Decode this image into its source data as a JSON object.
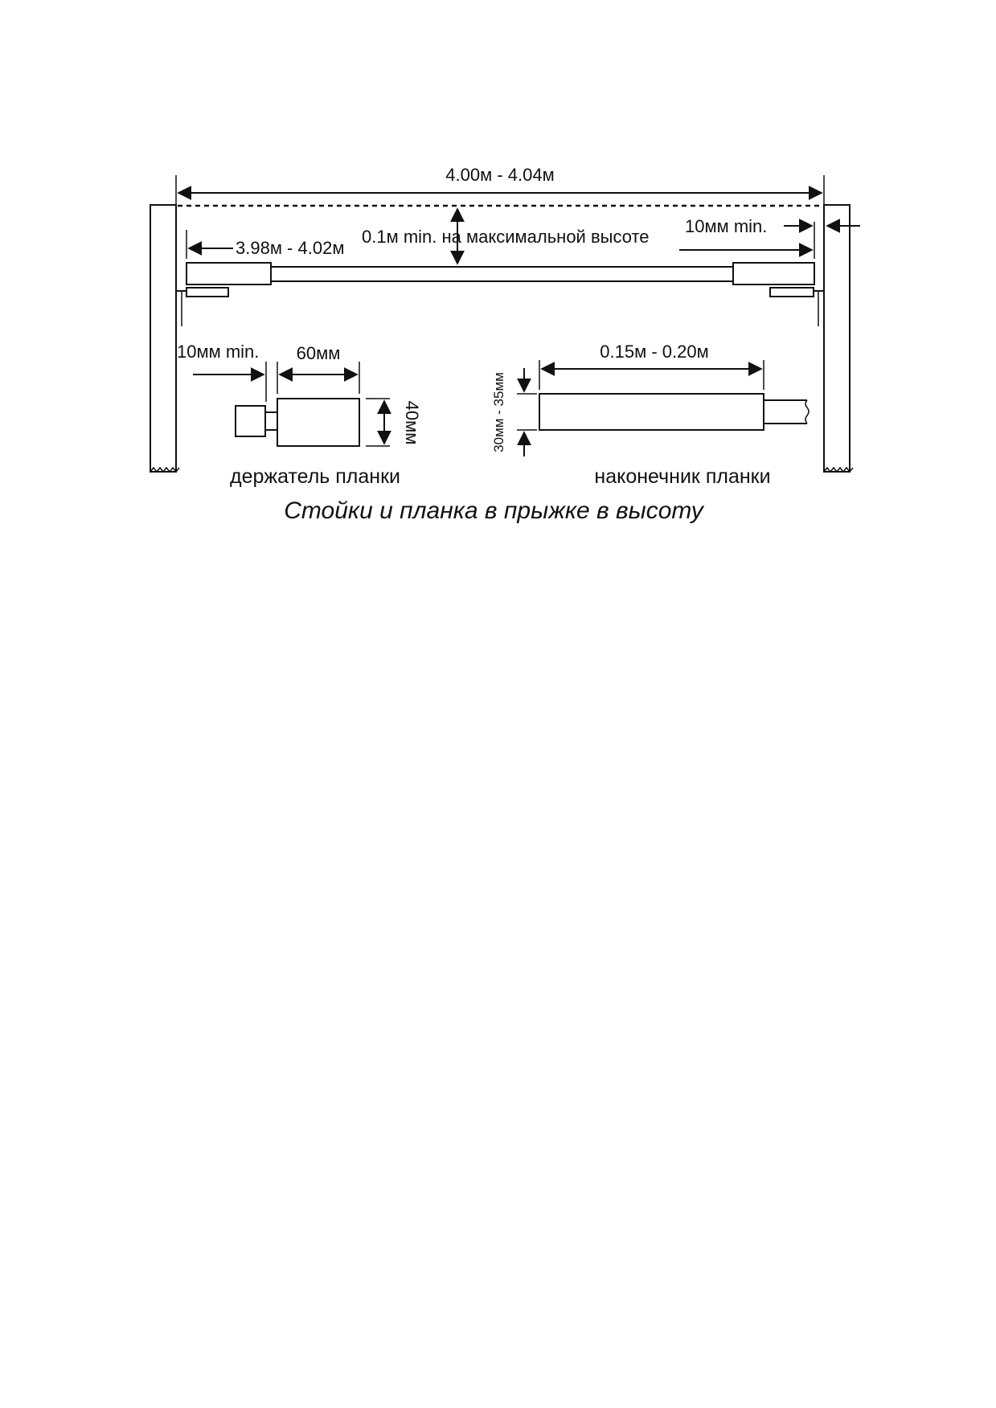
{
  "diagram": {
    "total_width_label": "4.00м - 4.04м",
    "bar_length_label": "3.98м - 4.02м",
    "min_gap_label_top": "10мм min.",
    "clearance_label": "0.1м min. на максимальной высоте",
    "holder_gap_label": "10мм min.",
    "holder_width_label": "60мм",
    "holder_height_label": "40мм",
    "end_length_label": "0.15м - 0.20м",
    "end_diameter_label": "30мм - 35мм",
    "holder_caption": "держатель планки",
    "end_caption": "наконечник планки",
    "title": "Стойки и планка в прыжке в высоту"
  }
}
